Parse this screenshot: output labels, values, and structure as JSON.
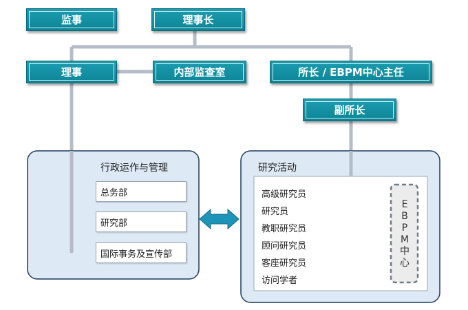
{
  "boxes": {
    "supervisor": "监事",
    "chairman": "理事长",
    "director": "理事",
    "internal_audit": "内部监查室",
    "president": "所长 / EBPM中心主任",
    "vice_president": "副所长"
  },
  "admin_group": {
    "title": "行政运作与管理",
    "departments": [
      "总务部",
      "研究部",
      "国际事务及宣传部"
    ]
  },
  "research_group": {
    "title": "研究活动",
    "roles": [
      "高级研究员",
      "研究员",
      "教职研究员",
      "顾问研究员",
      "客座研究员",
      "访问学者"
    ],
    "ebpm_chars": [
      "E",
      "B",
      "P",
      "M",
      "中",
      "心"
    ]
  },
  "colors": {
    "teal": "#0b8596",
    "connector": "#b4bcc8",
    "panel_fill": "#dde9f5",
    "panel_border": "#1f3a5c",
    "arrow": "#1e94b8",
    "dashed": "#6e7a88"
  }
}
